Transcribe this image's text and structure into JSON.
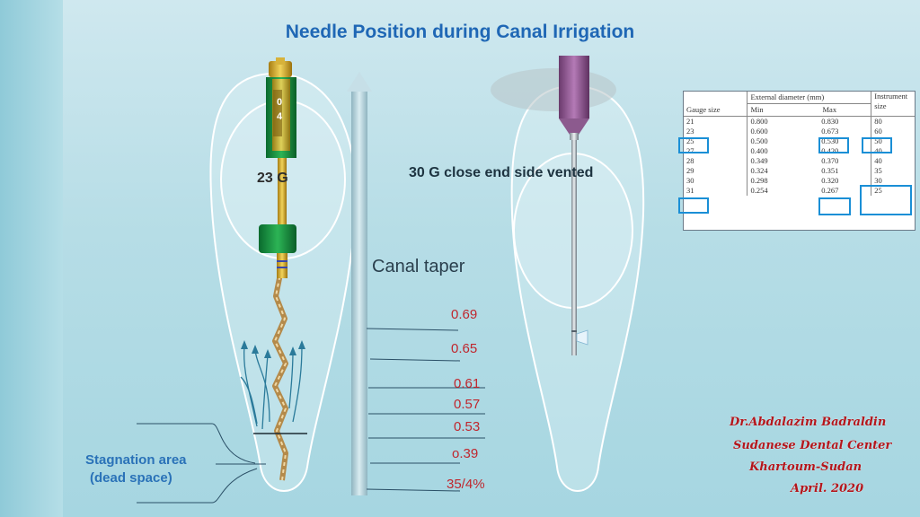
{
  "title": "Needle Position during Canal Irrigation",
  "needle_23": {
    "label": "23 G"
  },
  "file_marks": [
    "0",
    "4"
  ],
  "needle_30": {
    "label": "30 G close end side vented"
  },
  "canal_taper": {
    "title": "Canal taper",
    "values": [
      "0.69",
      "0.65",
      "0.61",
      "0.57",
      "0.53",
      "o.39",
      "35/4%"
    ]
  },
  "stagnation": {
    "line1": "Stagnation area",
    "line2": "(dead space)"
  },
  "signature": {
    "line1": "Dr.Abdalazim Badraldin",
    "line2": "Sudanese Dental Center",
    "line3": "Khartoum-Sudan",
    "line4": "April. 2020"
  },
  "gauge_table": {
    "headers": {
      "gauge": "Gauge size",
      "ext_diameter": "External diameter (mm)",
      "min": "Min",
      "max": "Max",
      "instrument": "Instrument size"
    },
    "rows": [
      [
        "21",
        "0.800",
        "0.830",
        "80"
      ],
      [
        "23",
        "0.600",
        "0.673",
        "60"
      ],
      [
        "25",
        "0.500",
        "0.530",
        "50"
      ],
      [
        "27",
        "0.400",
        "0.420",
        "40"
      ],
      [
        "28",
        "0.349",
        "0.370",
        "40"
      ],
      [
        "29",
        "0.324",
        "0.351",
        "35"
      ],
      [
        "30",
        "0.298",
        "0.320",
        "30"
      ],
      [
        "31",
        "0.254",
        "0.267",
        "25"
      ]
    ]
  },
  "colors": {
    "title": "#1f67b5",
    "taper_values": "#c0262d",
    "stagnation": "#2a72b8",
    "signature": "#b3161c",
    "highlight_box": "#1a8fd6"
  }
}
